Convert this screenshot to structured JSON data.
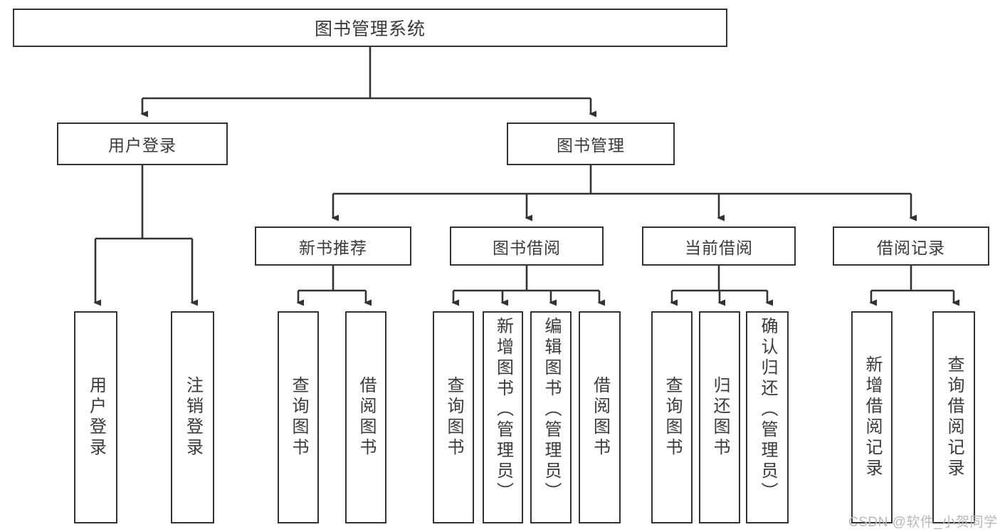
{
  "diagram": {
    "type": "tree-hierarchy",
    "title": "图书管理系统",
    "root": {
      "label": "图书管理系统"
    },
    "level1": [
      {
        "label": "用户登录"
      },
      {
        "label": "图书管理"
      }
    ],
    "level2": [
      {
        "label": "新书推荐"
      },
      {
        "label": "图书借阅"
      },
      {
        "label": "当前借阅"
      },
      {
        "label": "借阅记录"
      }
    ],
    "leaves": {
      "user_login": [
        {
          "label": "用户登录"
        },
        {
          "label": "注销登录"
        }
      ],
      "new_book_recommend": [
        {
          "label": "查询图书"
        },
        {
          "label": "借阅图书"
        }
      ],
      "book_borrow": [
        {
          "label": "查询图书"
        },
        {
          "label": "新增图书（管理员）"
        },
        {
          "label": "编辑图书（管理员）"
        },
        {
          "label": "借阅图书"
        }
      ],
      "current_borrow": [
        {
          "label": "查询图书"
        },
        {
          "label": "归还图书"
        },
        {
          "label": "确认归还（管理员）"
        }
      ],
      "borrow_record": [
        {
          "label": "新增借阅记录"
        },
        {
          "label": "查询借阅记录"
        }
      ]
    }
  },
  "watermark": {
    "text": "CSDN @软件_小贺同学"
  },
  "colors": {
    "stroke": "#333333",
    "text": "#3a3a3a",
    "background": "#ffffff",
    "watermark": "#b9b9b9"
  }
}
